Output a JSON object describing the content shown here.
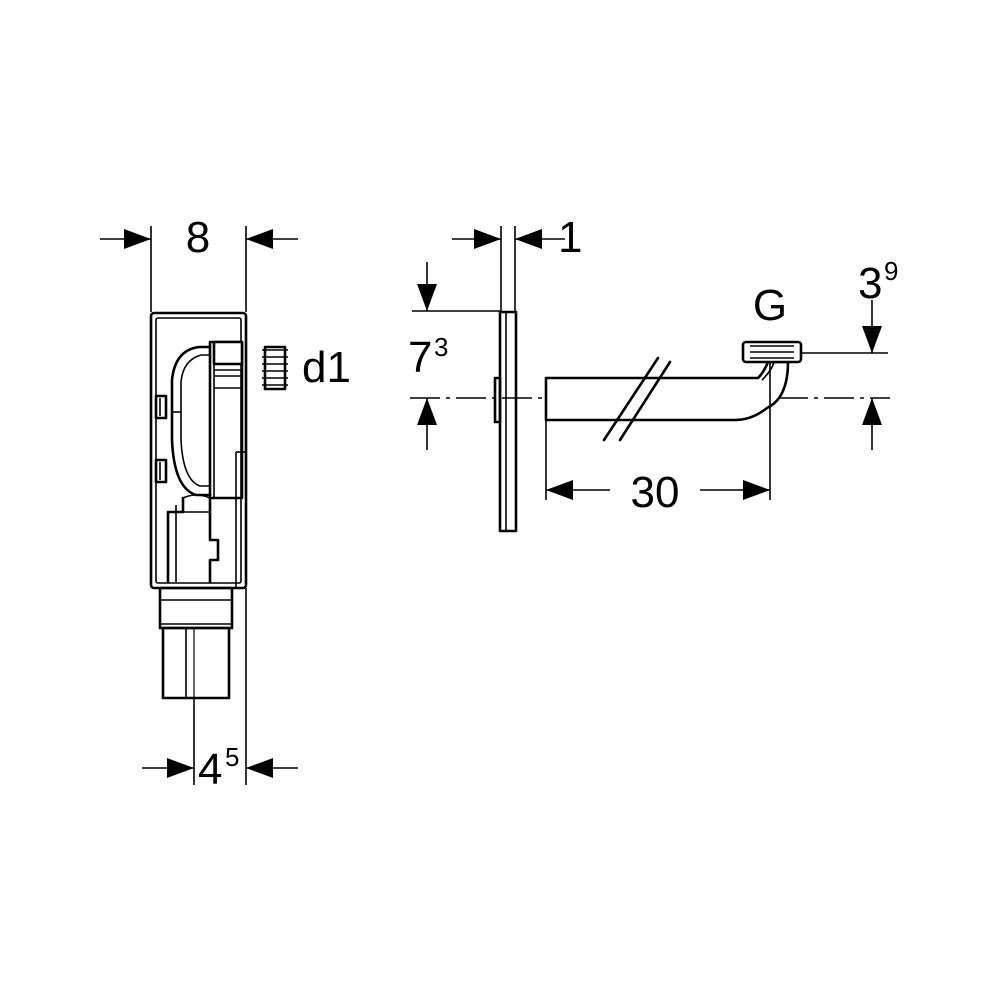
{
  "dimensions": {
    "width_left": {
      "value": "8"
    },
    "plate_thickness": {
      "value": "1"
    },
    "offset_height": {
      "value": "7",
      "exponent": "3"
    },
    "bottom_offset": {
      "value": "4",
      "exponent": "5"
    },
    "pipe_length": {
      "value": "30"
    },
    "outlet_height": {
      "value": "3",
      "exponent": "9"
    }
  },
  "labels": {
    "thread": "G",
    "diameter": "d1"
  }
}
